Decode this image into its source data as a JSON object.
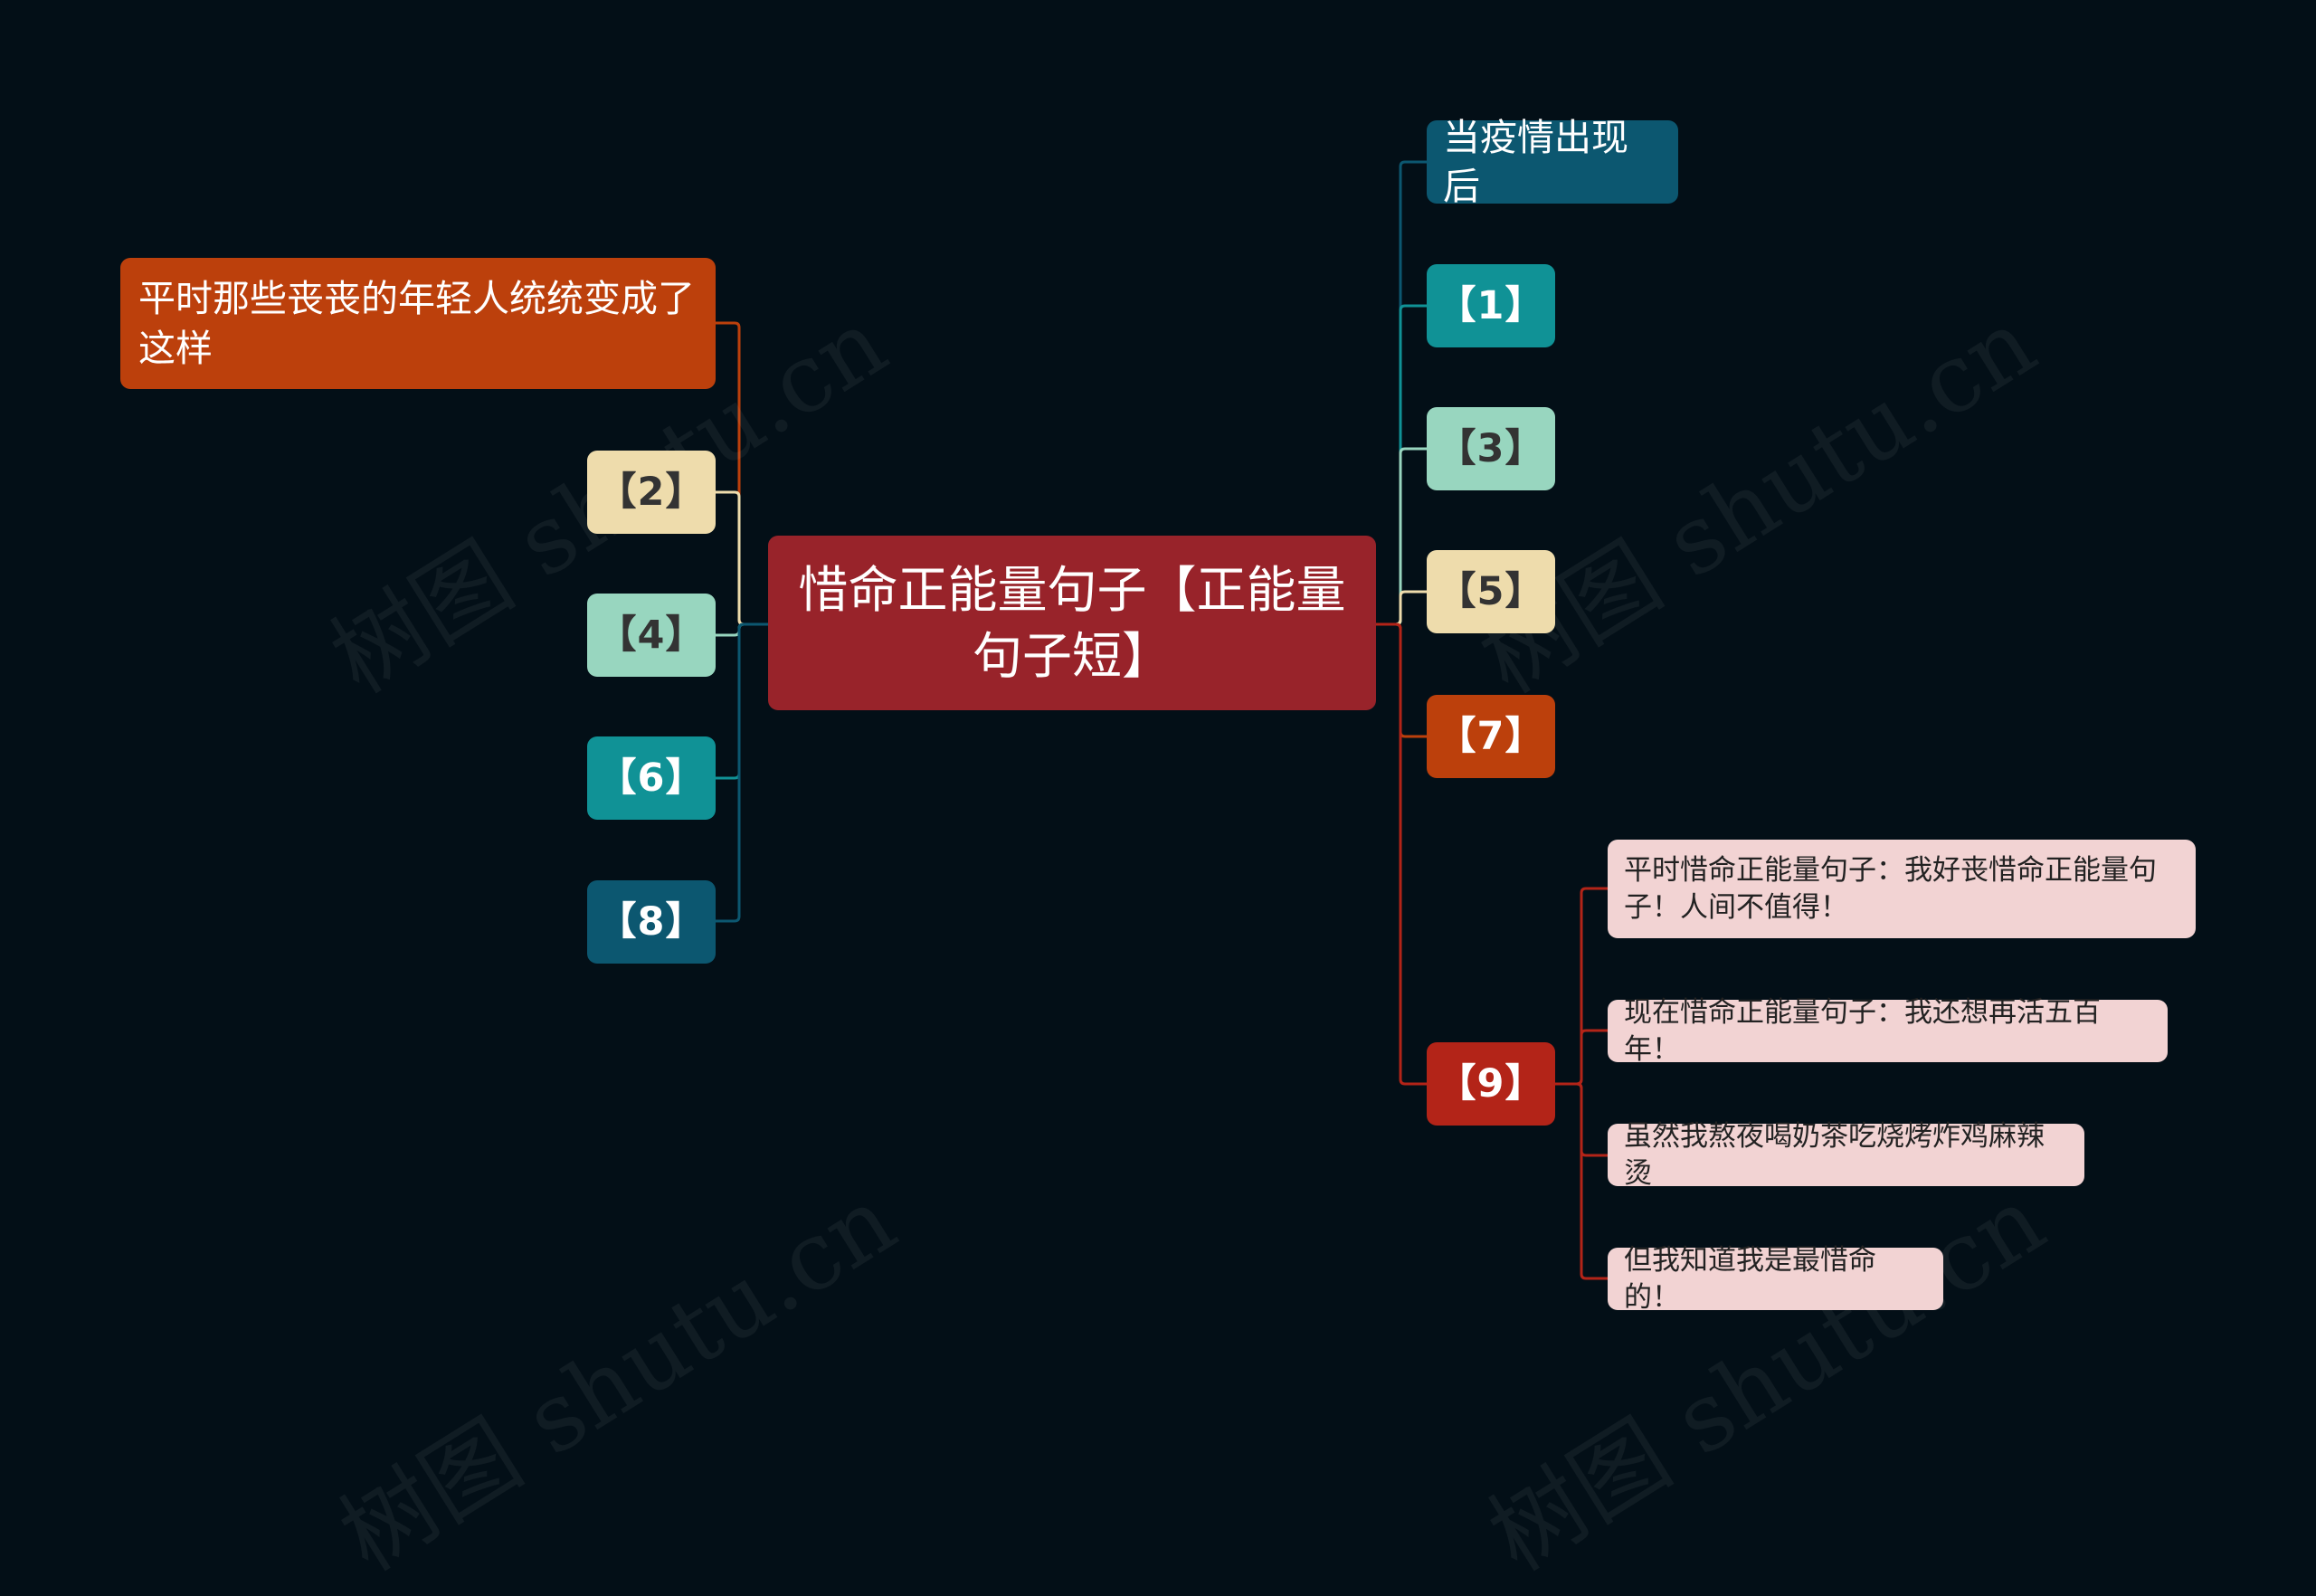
{
  "root": {
    "label": "惜命正能量句子【正能量句子短】"
  },
  "left": {
    "topic": {
      "label": "平时那些丧丧的年轻人统统变成了这样"
    },
    "tags": [
      "【2】",
      "【4】",
      "【6】",
      "【8】"
    ]
  },
  "right": {
    "topic": {
      "label": "当疫情出现后"
    },
    "tags": [
      "【1】",
      "【3】",
      "【5】",
      "【7】",
      "【9】"
    ],
    "leaves": [
      "平时惜命正能量句子：我好丧惜命正能量句子！人间不值得！",
      "现在惜命正能量句子：我还想再活五百年！",
      "虽然我熬夜喝奶茶吃烧烤炸鸡麻辣烫",
      "但我知道我是最惜命的！"
    ]
  },
  "watermark": "树图 shutu.cn",
  "colors": {
    "background": "#030f17",
    "root": "#98232a",
    "orange": "#bc400c",
    "cream": "#eedcac",
    "mint": "#98d6bf",
    "teal": "#109296",
    "navy": "#0c5770",
    "red": "#b32418",
    "leaf": "#f2d3d3"
  }
}
